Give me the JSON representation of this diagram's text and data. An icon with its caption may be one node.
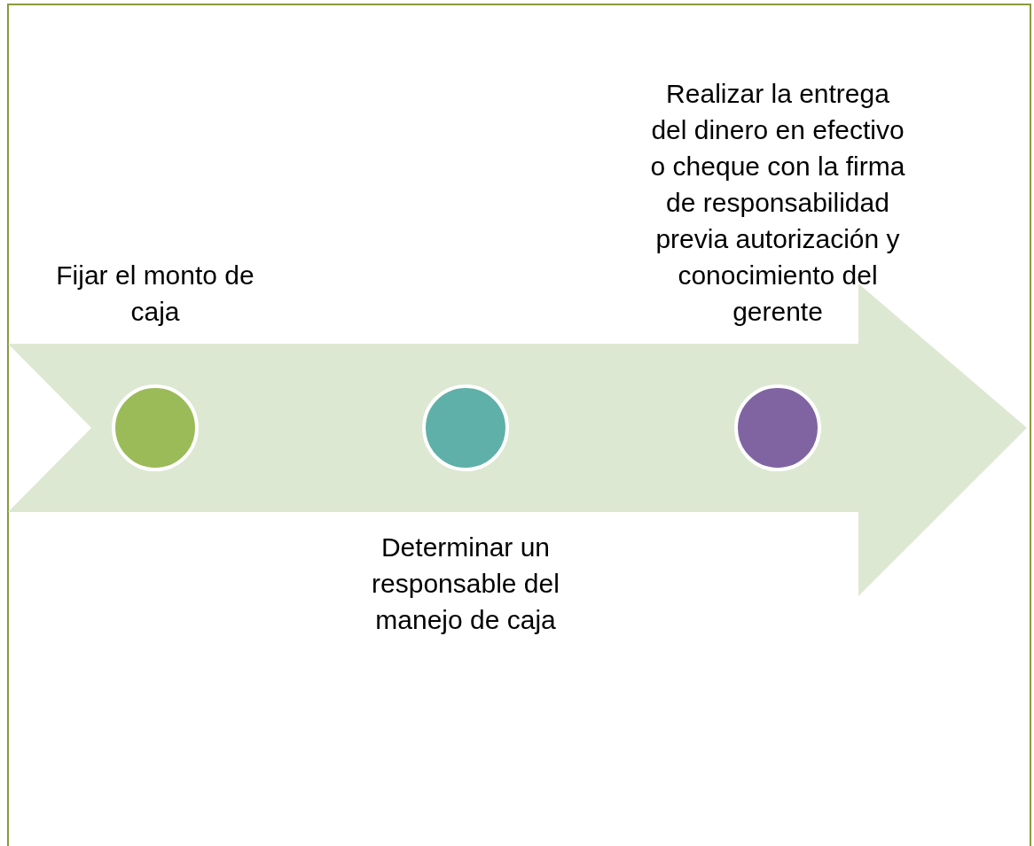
{
  "diagram": {
    "nodes": [
      {
        "text": [],
        "shape": "circle",
        "beside": [
          "Fijar el monto de caja"
        ]
      },
      {
        "text": [],
        "shape": "circle",
        "beside": [
          "Determinar un responsable del manejo de caja"
        ]
      },
      {
        "text": [],
        "shape": "circle",
        "beside": [
          "Realizar la entrega del dinero en efectivo o cheque con la firma de responsabilidad previa autorización y conocimiento del gerente"
        ]
      }
    ]
  }
}
